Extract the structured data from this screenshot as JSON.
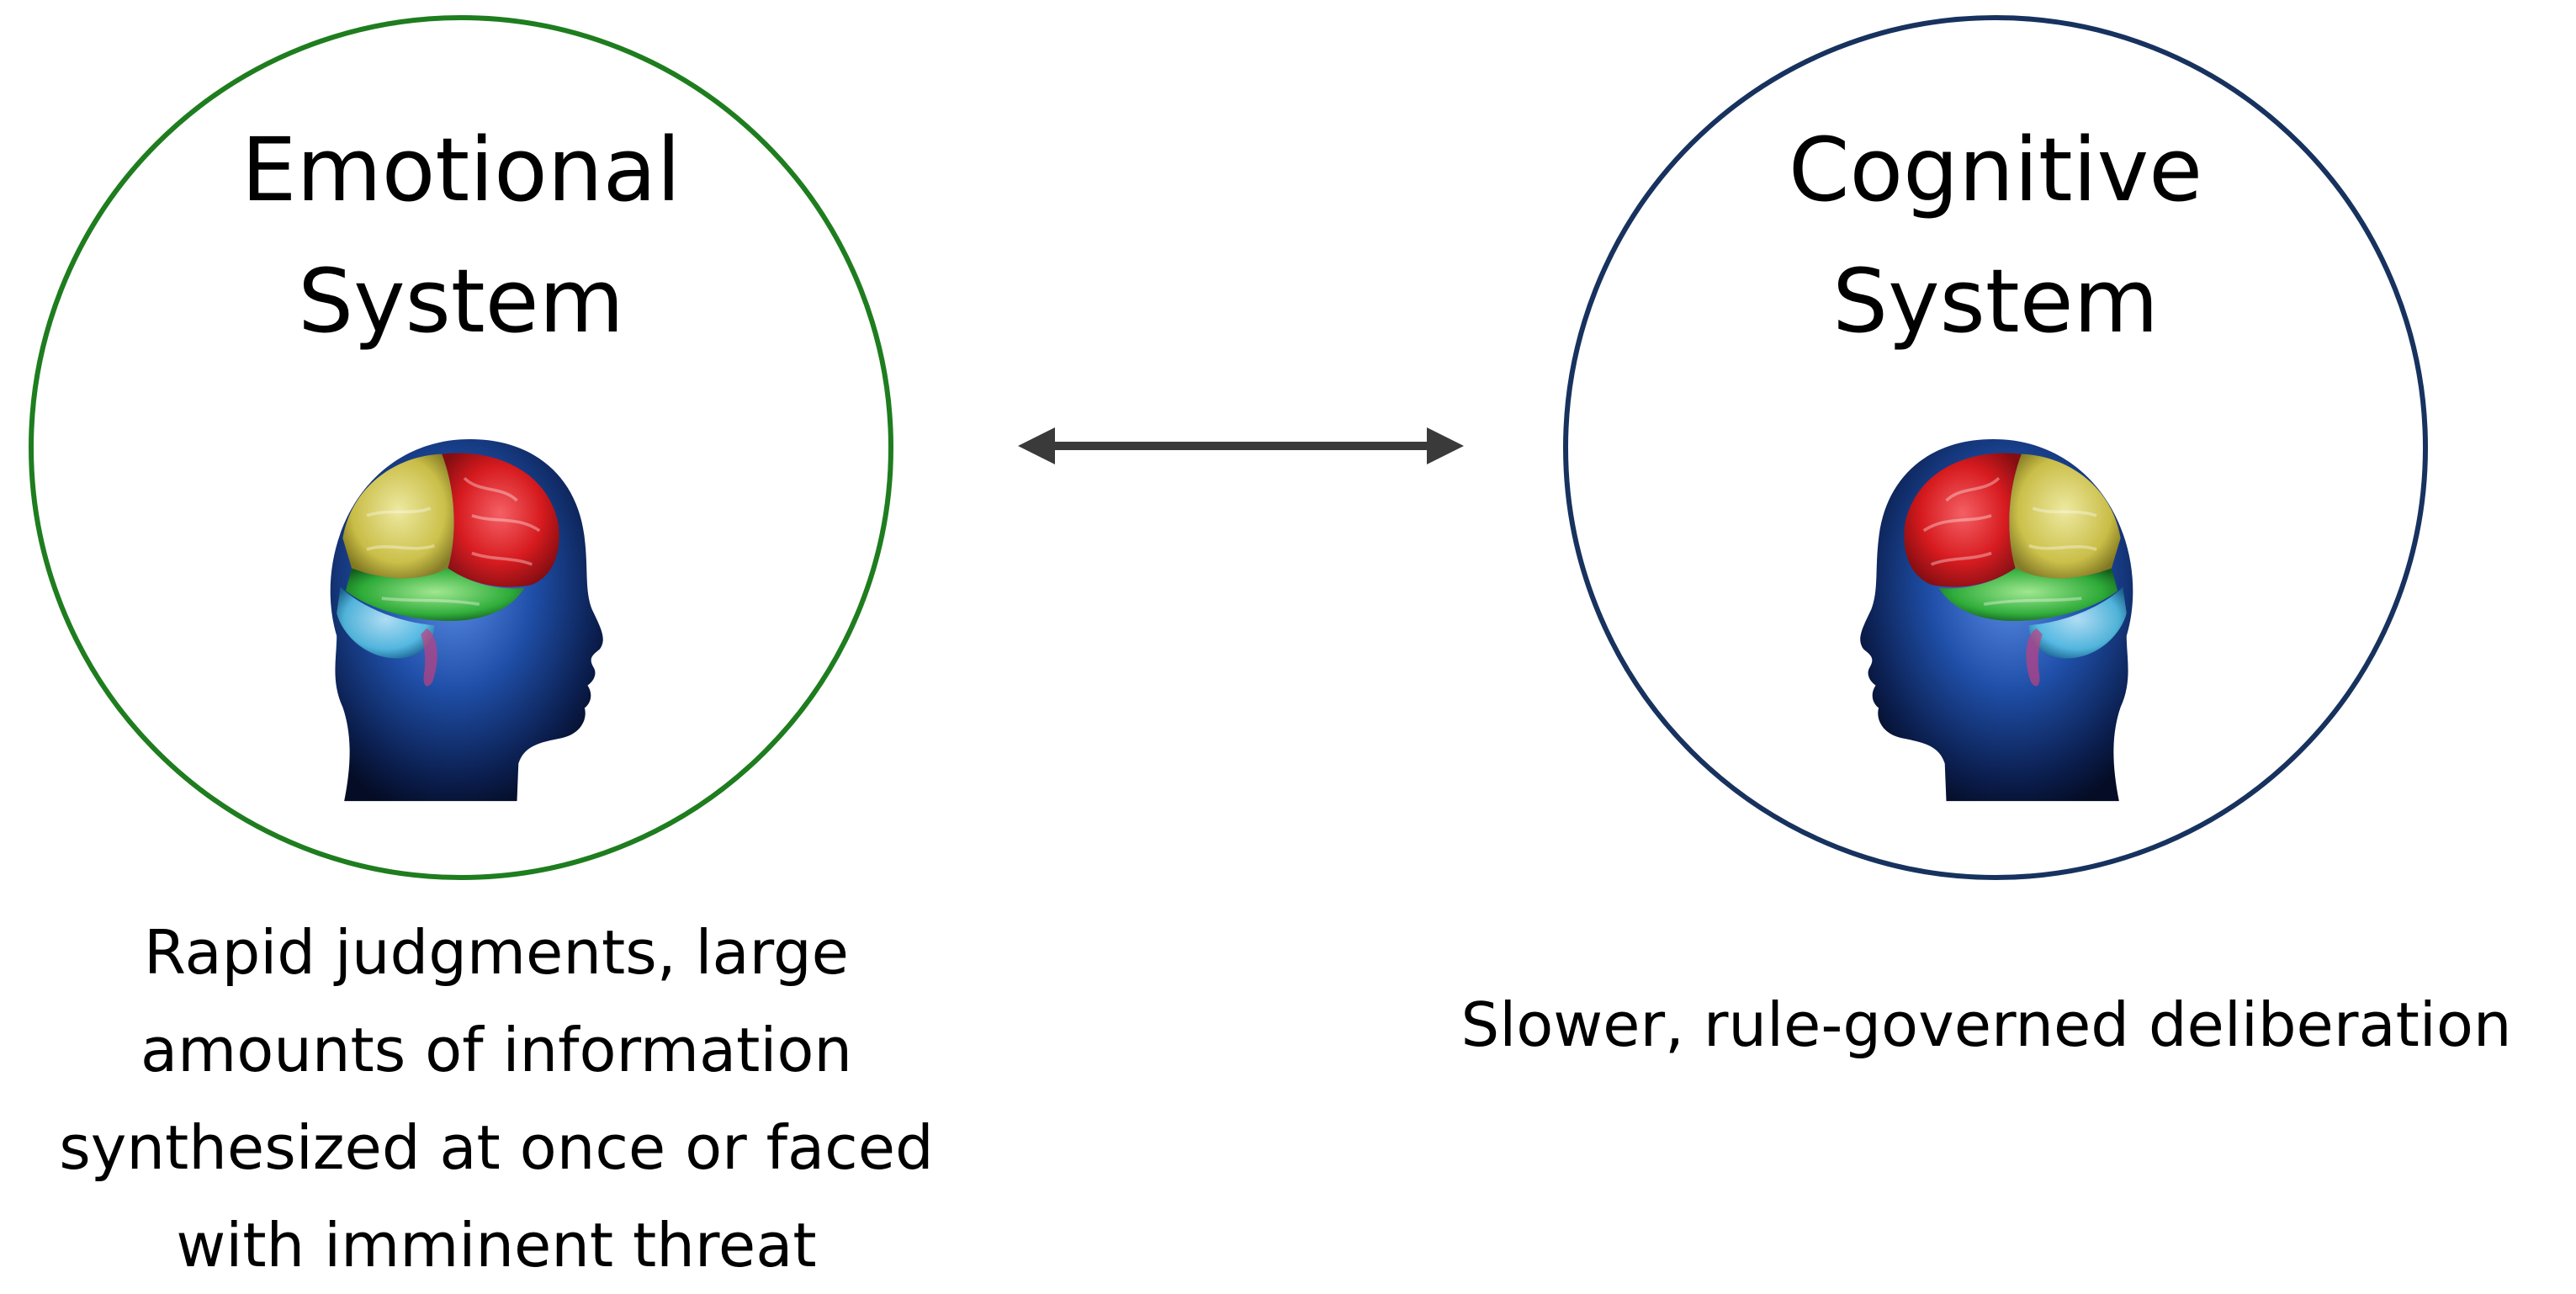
{
  "emotional": {
    "title": "Emotional\nSystem",
    "caption": "Rapid judgments, large\namounts of information\nsynthesized at once or faced\nwith imminent threat",
    "circle_color": "#1e7d1e"
  },
  "cognitive": {
    "title": "Cognitive\nSystem",
    "caption": "Slower, rule-governed deliberation",
    "circle_color": "#17325e"
  },
  "connector": {
    "icon": "double-headed-arrow-icon",
    "color": "#3a3a3a"
  },
  "figure": {
    "icon": "brain-head-icon",
    "head_color": "#1f4fa8",
    "brain_colors": [
      "#e01818",
      "#e6d640",
      "#2fb32f",
      "#5bc8e8"
    ]
  }
}
